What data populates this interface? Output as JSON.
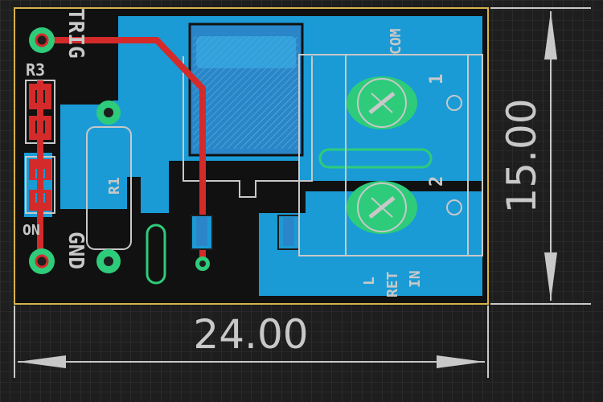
{
  "board": {
    "labels": {
      "trig": "TRIG",
      "gnd": "GND",
      "r3": "R3",
      "r1": "R1",
      "on": "ON",
      "com": "COM",
      "pin1": "1",
      "pin2": "2",
      "l": "L",
      "ret": "RET",
      "in": "IN"
    }
  },
  "dimensions": {
    "width_label": "24.00",
    "height_label": "15.00"
  },
  "colors": {
    "background": "#1e1e1e",
    "copper_bottom": "#1a9bd6",
    "copper_top": "#d42a2a",
    "pad": "#2ecc7a",
    "silkscreen": "#c8c8c8",
    "outline": "#d6b24a"
  }
}
